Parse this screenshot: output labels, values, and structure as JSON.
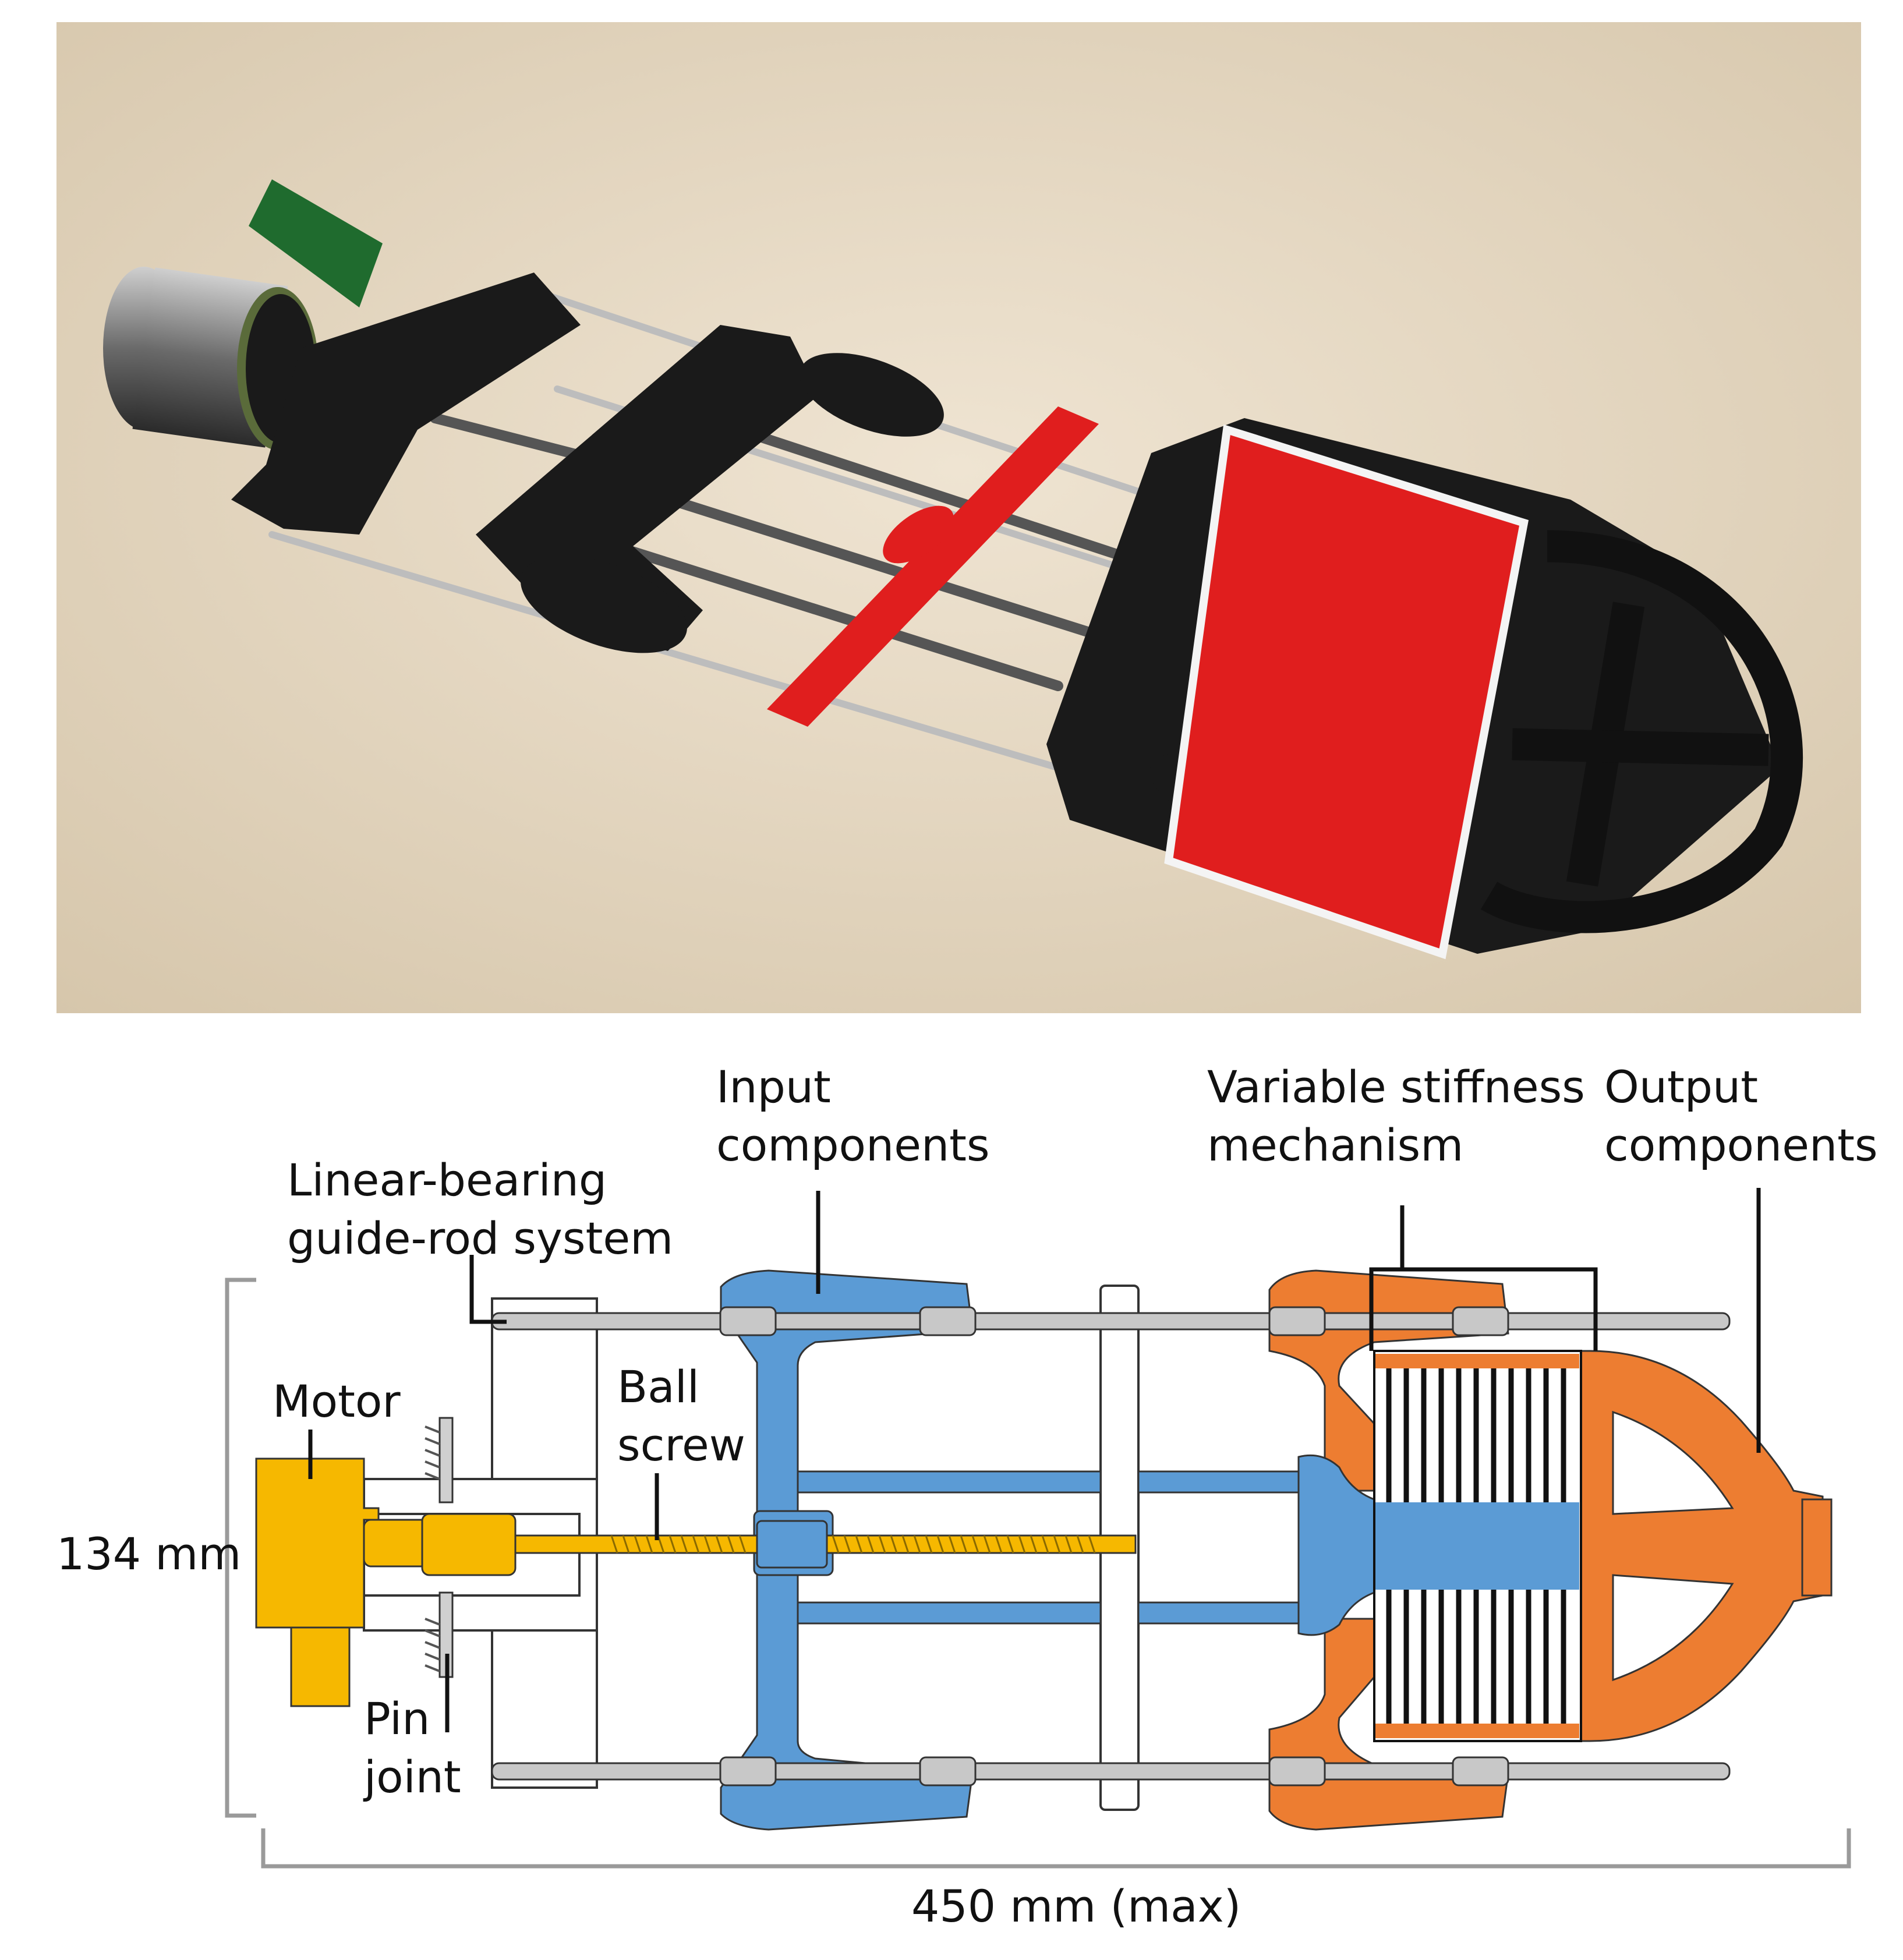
{
  "labels": {
    "input_line1": "Input",
    "input_line2": "components",
    "vsm_line1": "Variable stiffness",
    "vsm_line2": "mechanism",
    "output_line1": "Output",
    "output_line2": "components",
    "guide_line1": "Linear-bearing",
    "guide_line2": "guide-rod system",
    "motor": "Motor",
    "ball_line1": "Ball",
    "ball_line2": "screw",
    "pin_line1": "Pin",
    "pin_line2": "joint",
    "height_dim": "134 mm",
    "length_dim": "450 mm (max)"
  },
  "colors": {
    "motor": "#f6b800",
    "input": "#5b9bd5",
    "output": "#ed7d31",
    "rod": "#c8c8c8",
    "photo_background": "#e8dcc8",
    "red_parts": "#e01e1e",
    "black_parts": "#1a1a1a"
  }
}
